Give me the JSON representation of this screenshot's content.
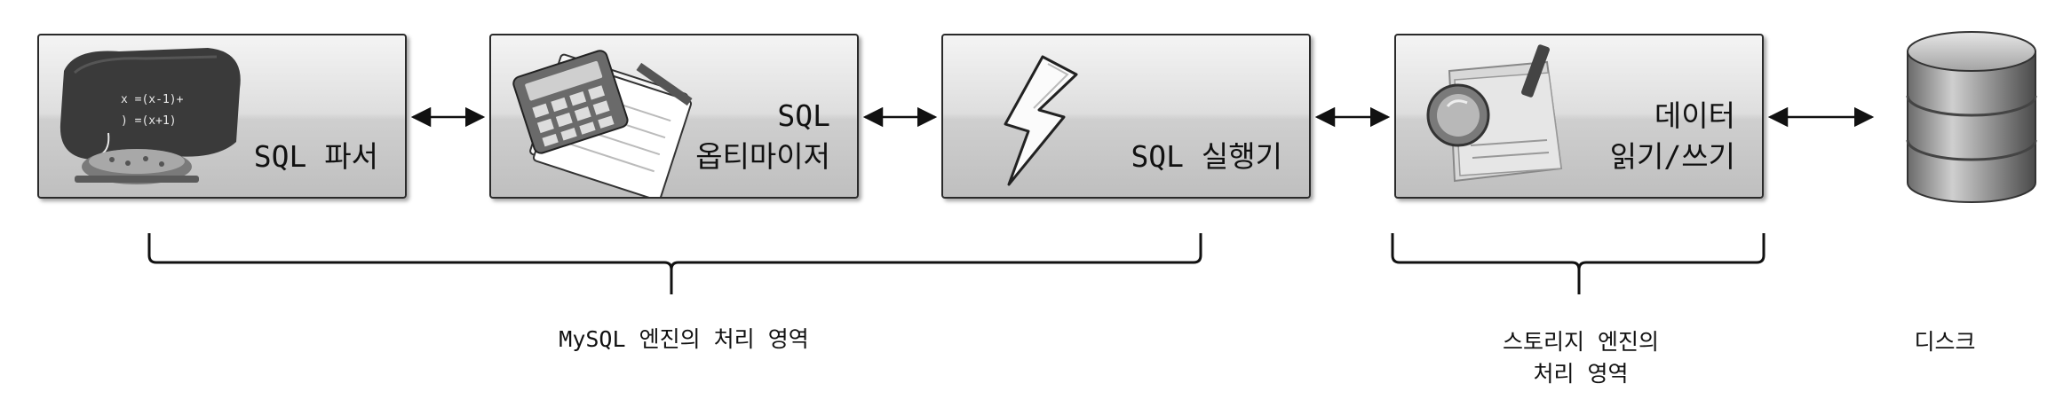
{
  "components": {
    "parser": "SQL 파서",
    "optimizer": "SQL\n옵티마이저",
    "executor": "SQL 실행기",
    "storage_io": "데이터\n읽기/쓰기"
  },
  "captions": {
    "mysql_engine": "MySQL 엔진의 처리 영역",
    "storage_engine": "스토리지 엔진의\n처리 영역",
    "disk": "디스크"
  }
}
